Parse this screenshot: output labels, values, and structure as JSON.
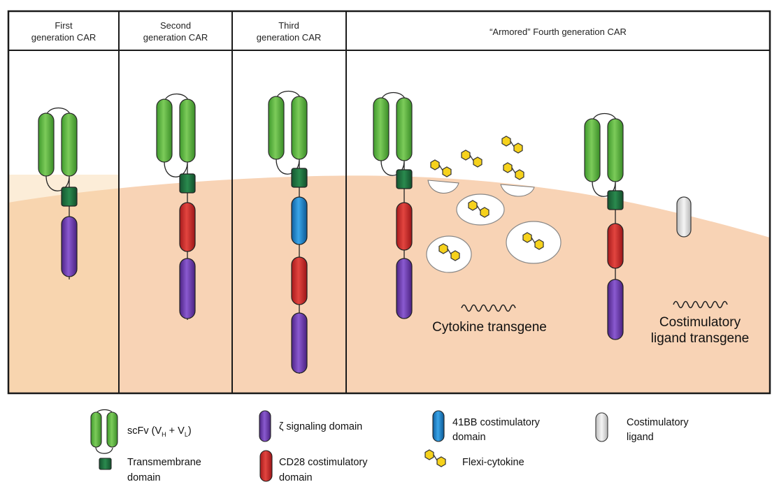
{
  "panels": [
    {
      "line1": "First",
      "line2": "generation CAR"
    },
    {
      "line1": "Second",
      "line2": "generation CAR"
    },
    {
      "line1": "Third",
      "line2": "generation CAR"
    },
    {
      "line1": "“Armored” Fourth generation CAR",
      "line2": ""
    }
  ],
  "labels": {
    "cytokine_transgene": "Cytokine transgene",
    "costim_line1": "Costimulatory",
    "costim_line2": "ligand transgene"
  },
  "legend": {
    "scfv_main": "scFv (V",
    "scfv_sub_h": "H",
    "scfv_plus": " + V",
    "scfv_sub_l": "L",
    "scfv_close": ")",
    "tm_line1": "Transmembrane",
    "tm_line2": "domain",
    "zeta": "ζ signaling domain",
    "cd28_line1": "CD28 costimulatory",
    "cd28_line2": "domain",
    "bb_line1": "41BB costimulatory",
    "bb_line2": "domain",
    "flexi": "Flexi-cytokine",
    "costim_line1": "Costimulatory",
    "costim_line2": "ligand"
  },
  "colors": {
    "membrane": "#f7d2b4",
    "green": "#4fae3a",
    "tm": "#1e6b3c",
    "zeta": "#6a3aa8",
    "cd28": "#c8282a",
    "bb": "#1a7fc8",
    "ligand": "#d9d9d9",
    "cytokine": "#f6d21c"
  }
}
